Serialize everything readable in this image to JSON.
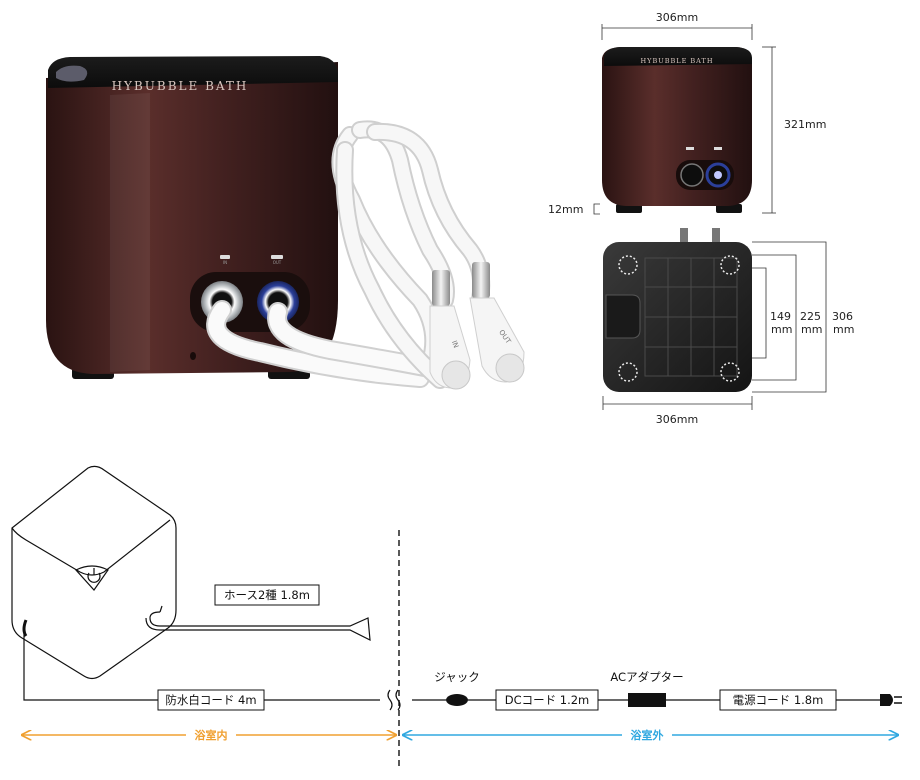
{
  "product": {
    "brand_text": "HYBUBBLE BATH",
    "port_in_label": "IN",
    "port_out_label": "OUT",
    "nozzle_in_label": "IN",
    "nozzle_out_label": "OUT"
  },
  "dimensions": {
    "front_width": "306mm",
    "front_height": "321mm",
    "foot_height": "12mm",
    "bottom_width": "306mm",
    "depth_a_value": "149",
    "depth_a_unit": "mm",
    "depth_b_value": "225",
    "depth_b_unit": "mm",
    "depth_c_value": "306",
    "depth_c_unit": "mm"
  },
  "diagram": {
    "hose_label": "ホース2種 1.8m",
    "waterproof_cord_label": "防水白コード 4m",
    "jack_label": "ジャック",
    "dc_cord_label": "DCコード 1.2m",
    "ac_adapter_label": "ACアダプター",
    "power_cord_label": "電源コード 1.8m",
    "zone_inside_label": "浴室内",
    "zone_outside_label": "浴室外"
  },
  "colors": {
    "body": "#3d1f1e",
    "body_light": "#6b3a36",
    "hose": "#f3f3f3",
    "port_in": "#cfd3d6",
    "port_out": "#2b3f9a",
    "zone_inside": "#f0a030",
    "zone_outside": "#30a8e0"
  }
}
